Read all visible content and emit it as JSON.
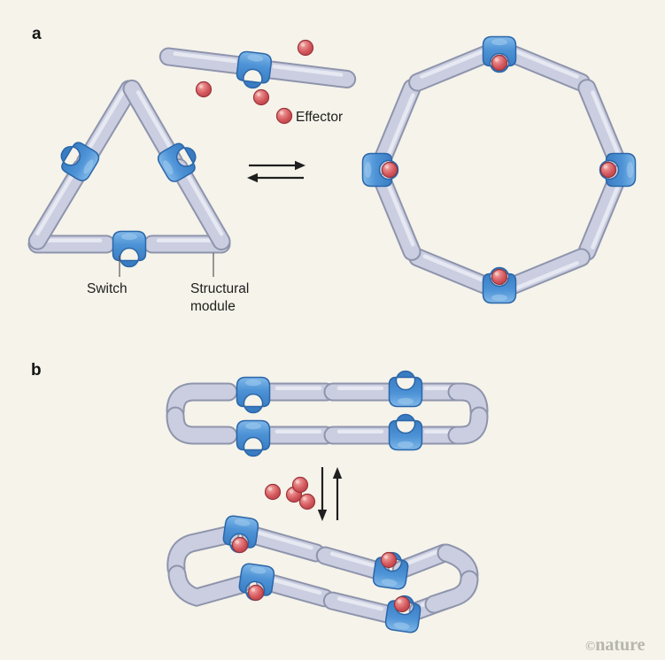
{
  "panels": {
    "a": {
      "letter": "a",
      "effector_label": "Effector",
      "switch_label": "Switch",
      "structural_module_line1": "Structural",
      "structural_module_line2": "module",
      "counts": {
        "triangle_modules": 6,
        "triangle_switches": 3,
        "free_module_rods": 2,
        "free_module_switches": 1,
        "free_effectors": 3,
        "ring_modules": 8,
        "ring_switches": 4,
        "ring_bound_effectors": 4
      }
    },
    "b": {
      "letter": "b",
      "counts": {
        "flat_ring_switches": 4,
        "free_effectors": 4,
        "bent_ring_switches": 4,
        "bent_ring_bound_effectors": 4
      }
    }
  },
  "watermark": {
    "copyright_symbol": "©",
    "brand": "nature"
  },
  "colors": {
    "background": "#f5f3ea",
    "module_fill": "#cacee0",
    "module_outline": "#8e94ac",
    "switch_blue": "#4d93d6",
    "switch_outline": "#2b66a8",
    "effector_red": "#d25459",
    "effector_outline": "#9a3339",
    "text": "#1e1e1c",
    "watermark_gray": "#b7b6ad"
  }
}
